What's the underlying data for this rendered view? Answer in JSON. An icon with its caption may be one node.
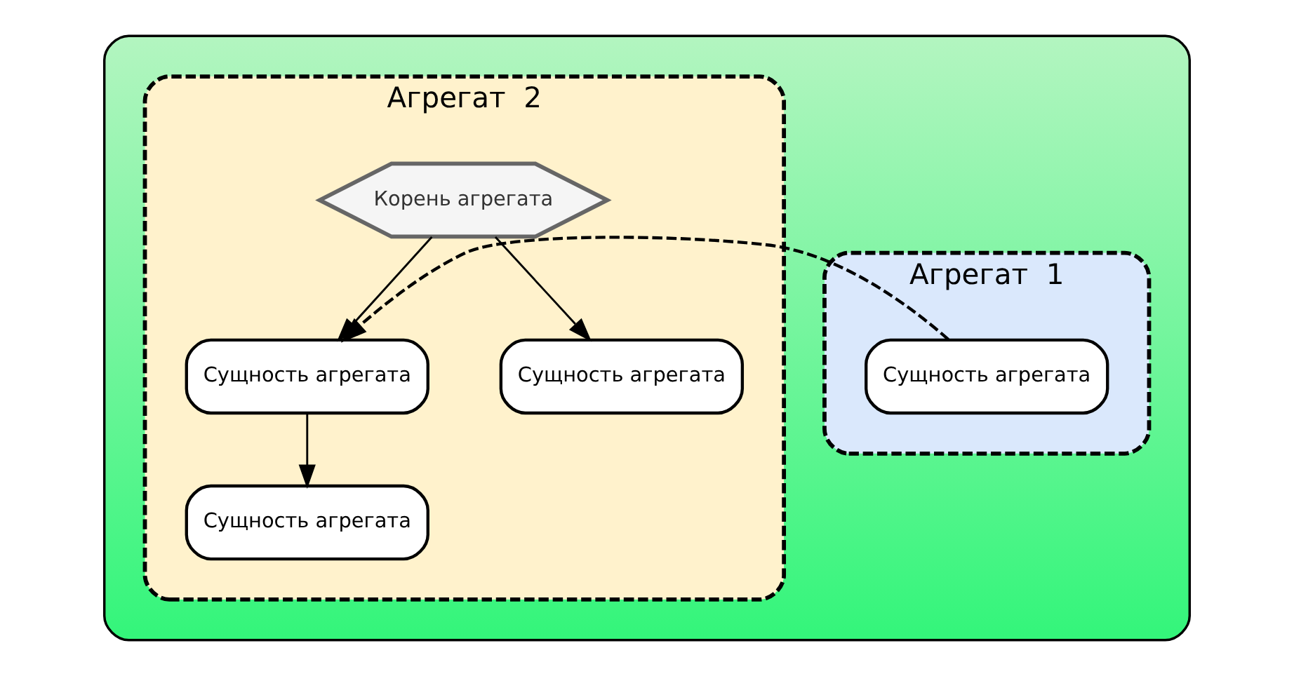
{
  "diagram": {
    "nodes": [
      {
        "text": [],
        "shape": "box"
      },
      {
        "text": [
          "Агрегат  1"
        ],
        "in": 0
      },
      {
        "text": [
          "Сущность агрегата"
        ],
        "in": 1
      },
      {
        "text": [
          "Агрегат  2"
        ],
        "in": 0
      },
      {
        "text": [
          "Корень агрегата"
        ],
        "in": 3
      },
      {
        "text": [
          "Сущность агрегата"
        ],
        "in": 3
      },
      {
        "text": [
          "Сущность агрегата"
        ],
        "in": 3
      },
      {
        "text": [
          "Сущность агрегата"
        ],
        "in": 3
      }
    ],
    "edges": [
      {
        "from": 2,
        "to": 5,
        "arrow": "to",
        "style": "dashed"
      },
      {
        "from": 4,
        "to": 5,
        "arrow": "to"
      },
      {
        "from": 4,
        "to": 6,
        "arrow": "to"
      },
      {
        "from": 5,
        "to": 7,
        "arrow": "to"
      }
    ]
  }
}
